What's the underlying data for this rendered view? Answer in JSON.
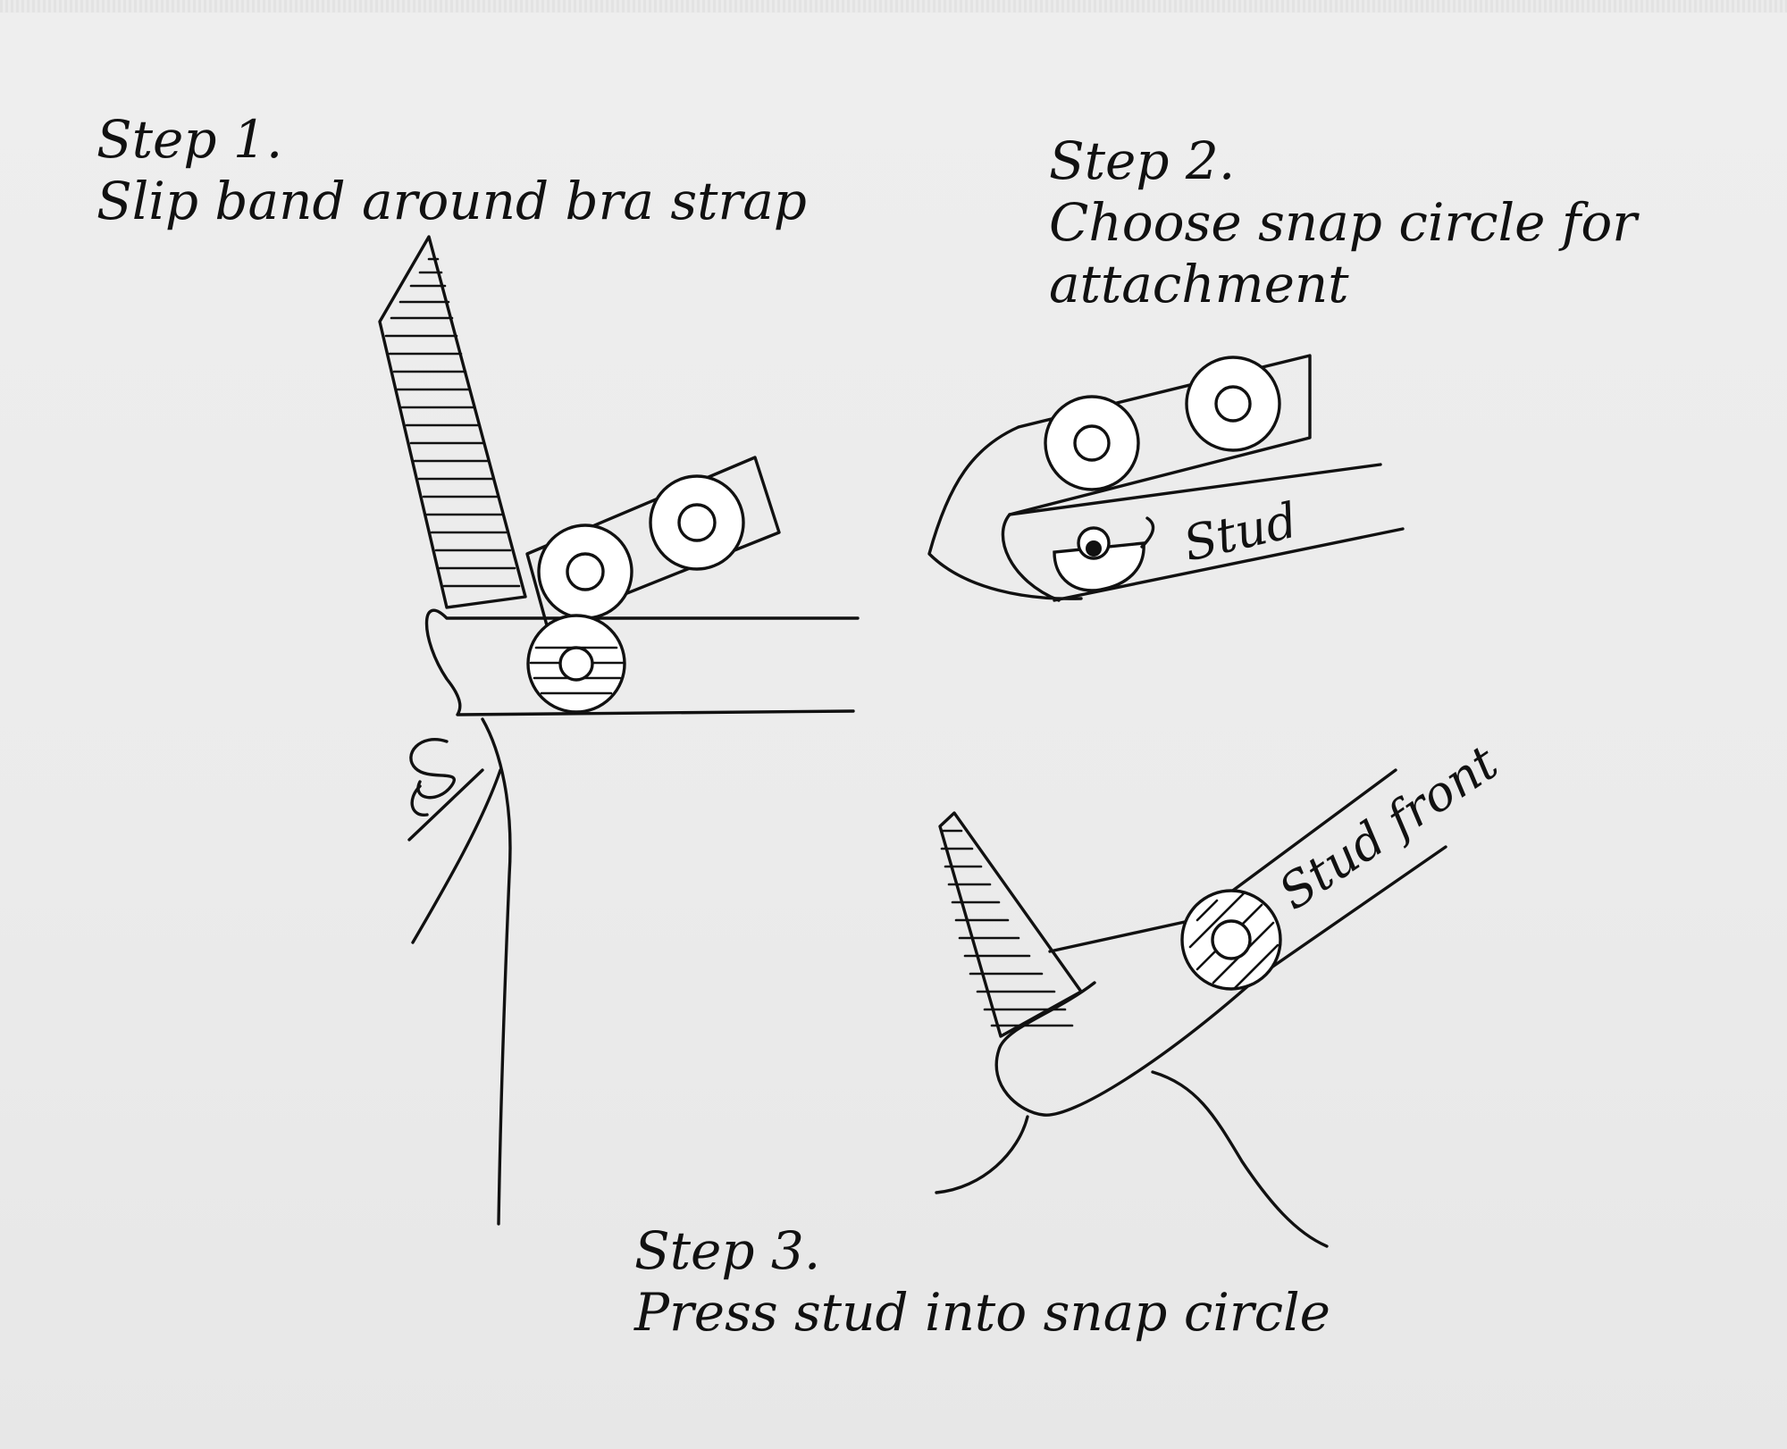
{
  "steps": [
    {
      "title": "Step 1.",
      "text": "Slip band around bra strap"
    },
    {
      "title": "Step 2.",
      "text_line1": "Choose snap circle for",
      "text_line2": "attachment"
    },
    {
      "title": "Step 3.",
      "text": "Press stud into snap circle"
    }
  ],
  "labels": {
    "stud": "Stud",
    "stud_front": "Stud front"
  },
  "colors": {
    "ink": "#111111",
    "paper": "#ececec"
  }
}
